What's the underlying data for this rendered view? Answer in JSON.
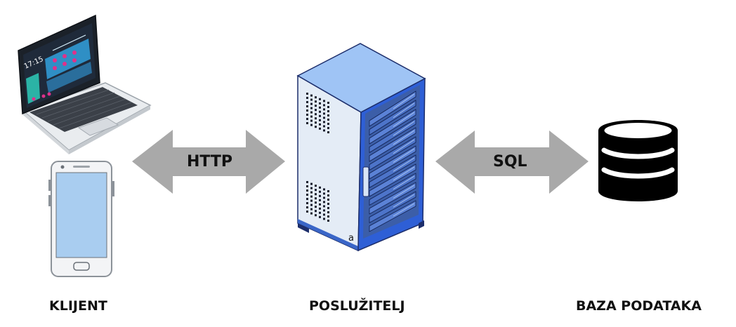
{
  "labels": {
    "client": "KLIJENT",
    "server": "POSLUŽITELJ",
    "database": "BAZA PODATAKA"
  },
  "arrows": {
    "left": "HTTP",
    "right": "SQL"
  },
  "laptop_screen": {
    "time": "17:15"
  },
  "server_mark": "a",
  "icons": [
    "laptop-icon",
    "smartphone-icon",
    "server-rack-icon",
    "database-icon",
    "double-arrow-icon"
  ],
  "colors": {
    "arrow": "#a9a9a9",
    "server_side": "#e4ecf6",
    "server_front": "#2e5fd6",
    "server_top": "#9fc4f5",
    "phone_screen": "#a9cdf0",
    "laptop_screen": "#1f2a3a",
    "database": "#000000"
  }
}
